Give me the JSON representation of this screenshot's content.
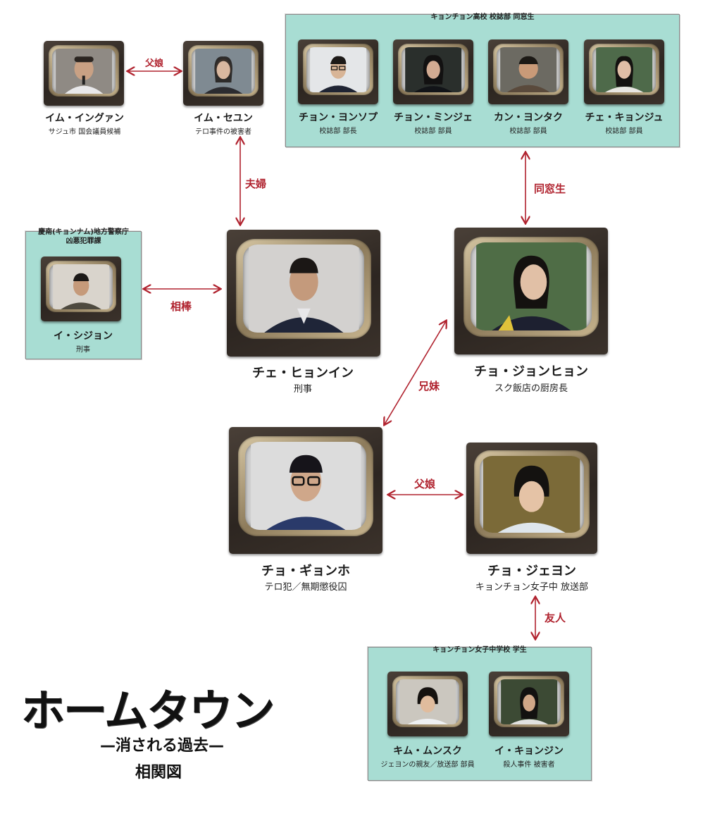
{
  "colors": {
    "group_bg": "#a8ddd3",
    "arrow": "#b0222e"
  },
  "title": {
    "main": "ホームタウン",
    "subtitle": "—消される過去—",
    "chart": "相関図"
  },
  "groups": {
    "alumni": "キョンチョン高校 校誌部 同窓生",
    "police": "慶南(キョンナム)地方警察庁\n凶悪犯罪課",
    "students": "キョンチョン女子中学校 学生"
  },
  "people": {
    "im_ingwan": {
      "name": "イム・イングァン",
      "role": "サジュ市 国会議員候補"
    },
    "im_seyun": {
      "name": "イム・セユン",
      "role": "テロ事件の被害者"
    },
    "jeong_yongsop": {
      "name": "チョン・ヨンソプ",
      "role": "校誌部 部長"
    },
    "jeong_minje": {
      "name": "チョン・ミンジェ",
      "role": "校誌部 部員"
    },
    "kang_yongtak": {
      "name": "カン・ヨンタク",
      "role": "校誌部 部員"
    },
    "che_kyonju": {
      "name": "チェ・キョンジュ",
      "role": "校誌部 部員"
    },
    "i_sijon": {
      "name": "イ・シジョン",
      "role": "刑事"
    },
    "che_hyonin": {
      "name": "チェ・ヒョンイン",
      "role": "刑事"
    },
    "cho_jonhyon": {
      "name": "チョ・ジョンヒョン",
      "role": "スク飯店の厨房長"
    },
    "cho_gyonho": {
      "name": "チョ・ギョンホ",
      "role": "テロ犯／無期懲役囚"
    },
    "cho_jeyon": {
      "name": "チョ・ジェヨン",
      "role": "キョンチョン女子中 放送部"
    },
    "kim_munsuku": {
      "name": "キム・ムンスク",
      "role": "ジェヨンの親友／放送部 部員"
    },
    "i_kyonjin": {
      "name": "イ・キョンジン",
      "role": "殺人事件 被害者"
    }
  },
  "relations": {
    "r1": "父娘",
    "r2": "夫婦",
    "r3": "相棒",
    "r4": "同窓生",
    "r5": "兄妹",
    "r6": "父娘",
    "r7": "友人"
  }
}
